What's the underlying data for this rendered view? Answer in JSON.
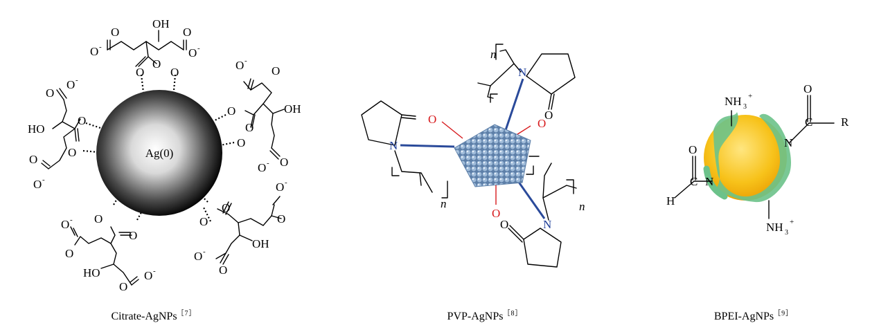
{
  "panels": [
    {
      "caption": "Citrate-AgNPs",
      "ref": "［7］",
      "core_label": "Ag(0)",
      "atoms": {
        "O": "O",
        "OH": "OH",
        "HO": "HO",
        "O_minus": "O",
        "minus": "-"
      }
    },
    {
      "caption": "PVP-AgNPs",
      "ref": "［8］",
      "atoms": {
        "O": "O",
        "N": "N",
        "n": "n"
      },
      "colors": {
        "oxygen": "#d7191c",
        "nitrogen": "#1f3f99",
        "bond": "#2a4a9a",
        "cluster": "#7f9fc4"
      }
    },
    {
      "caption": "BPEI-AgNPs",
      "ref": "［9］",
      "atoms": {
        "NH3": "NH",
        "sub3": "3",
        "plus": "+",
        "O": "O",
        "C": "C",
        "R": "R",
        "N": "N",
        "H": "H"
      },
      "colors": {
        "core": "#f5b800",
        "shell": "#6cc28a"
      }
    }
  ]
}
